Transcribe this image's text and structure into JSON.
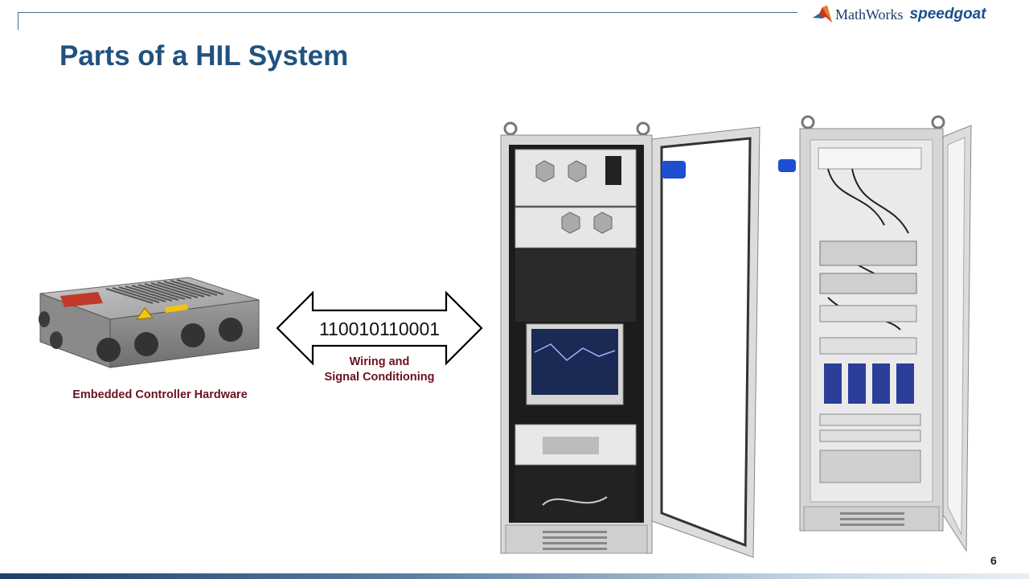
{
  "header": {
    "mathworks_logo_text": "MathWorks",
    "speedgoat_logo_text": "speedgoat"
  },
  "slide": {
    "title": "Parts of a HIL System",
    "page_number": "6"
  },
  "left": {
    "controller_label": "Embedded Controller Hardware"
  },
  "middle": {
    "binary_text": "110010110001",
    "signal_label_line1": "Wiring and",
    "signal_label_line2": "Signal Conditioning"
  },
  "colors": {
    "title": "#215280",
    "label": "#6b1220",
    "rule": "#4a6a85"
  }
}
